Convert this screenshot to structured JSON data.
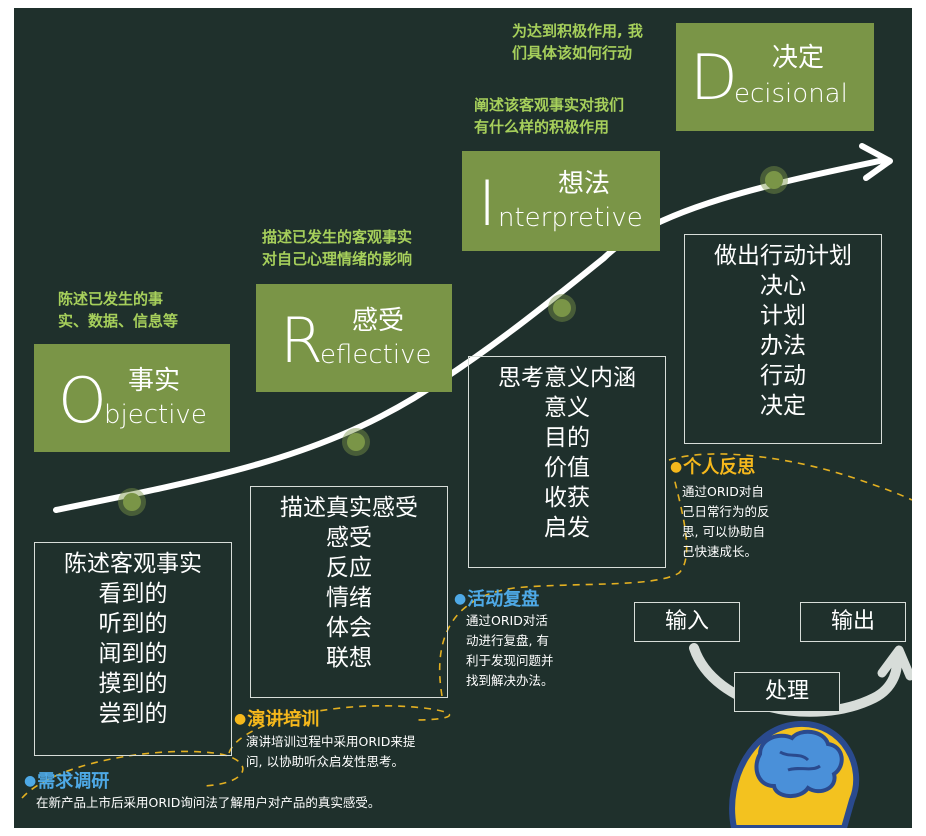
{
  "colors": {
    "background": "#1f302c",
    "stage": "#7a9547",
    "note": "#a6cf5b",
    "tag_yellow": "#f5b81c",
    "tag_blue": "#4ea9e6",
    "dash": "#e3b021"
  },
  "stages": {
    "objective": {
      "letter": "O",
      "rest": "bjective",
      "cn": "事实",
      "note": [
        "陈述已发生的事",
        "实、数据、信息等"
      ]
    },
    "reflective": {
      "letter": "R",
      "rest": "eflective",
      "cn": "感受",
      "note": [
        "描述已发生的客观事实",
        "对自己心理情绪的影响"
      ]
    },
    "interpretive": {
      "letter": "I",
      "rest": "nterpretive",
      "cn": "想法",
      "note": [
        "阐述该客观事实对我们",
        "有什么样的积极作用"
      ]
    },
    "decisional": {
      "letter": "D",
      "rest": "ecisional",
      "cn": "决定",
      "note": [
        "为达到积极作用, 我",
        "们具体该如何行动"
      ]
    }
  },
  "boxes": {
    "objective": {
      "title": "陈述客观事实",
      "items": [
        "看到的",
        "听到的",
        "闻到的",
        "摸到的",
        "尝到的"
      ]
    },
    "reflective": {
      "title": "描述真实感受",
      "items": [
        "感受",
        "反应",
        "情绪",
        "体会",
        "联想"
      ]
    },
    "interpretive": {
      "title": "思考意义内涵",
      "items": [
        "意义",
        "目的",
        "价值",
        "收获",
        "启发"
      ]
    },
    "decisional": {
      "title": "做出行动计划",
      "items": [
        "决心",
        "计划",
        "办法",
        "行动",
        "决定"
      ]
    }
  },
  "applications": {
    "survey": {
      "title": "需求调研",
      "desc": [
        "在新产品上市后采用ORID询问法了解用户对产品的真实感受。"
      ]
    },
    "training": {
      "title": "演讲培训",
      "desc": [
        "演讲培训过程中采用ORID来提",
        "问, 以协助听众启发性思考。"
      ]
    },
    "review": {
      "title": "活动复盘",
      "desc": [
        "通过ORID对活",
        "动进行复盘, 有",
        "利于发现问题并",
        "找到解决办法。"
      ]
    },
    "reflection": {
      "title": "个人反思",
      "desc": [
        "通过ORID对自",
        "己日常行为的反",
        "思, 可以协助自",
        "己快速成长。"
      ]
    }
  },
  "flow": {
    "input": "输入",
    "process": "处理",
    "output": "输出"
  },
  "icons": {
    "brain": "brain-head-icon",
    "arrow": "curve-arrow-icon"
  }
}
